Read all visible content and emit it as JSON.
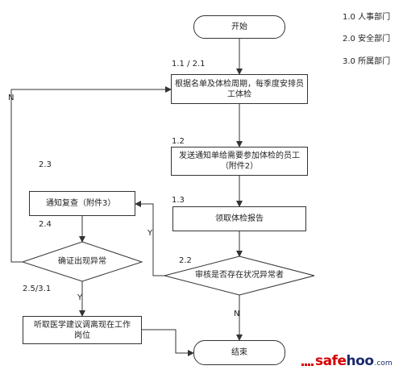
{
  "legend": [
    "1.0 人事部门",
    "2.0 安全部门",
    "3.0 所属部门"
  ],
  "nodes": {
    "start": "开始",
    "arrange": "根据名单及体检周期，每季度安排员工体检",
    "notify": "发送通知单给需要参加体检的员工（附件2）",
    "receive": "领取体检报告",
    "review": "审核是否存在状况异常者",
    "recheck": "通知复查（附件3）",
    "confirm": "确证出现异常",
    "advice": "听取医学建议调离现在工作岗位",
    "end": "结束"
  },
  "step_labels": {
    "s1": "1.1 / 2.1",
    "s2": "1.2",
    "s3": "1.3",
    "s4": "2.2",
    "s5": "2.3",
    "s6": "2.4",
    "s7": "2.5/3.1"
  },
  "branch_labels": {
    "review_yes": "Y",
    "review_no": "N",
    "confirm_yes": "Y",
    "confirm_no": "N"
  },
  "logo": {
    "part_red": "safe",
    "part_blue": "hoo",
    "suffix": ".com"
  }
}
